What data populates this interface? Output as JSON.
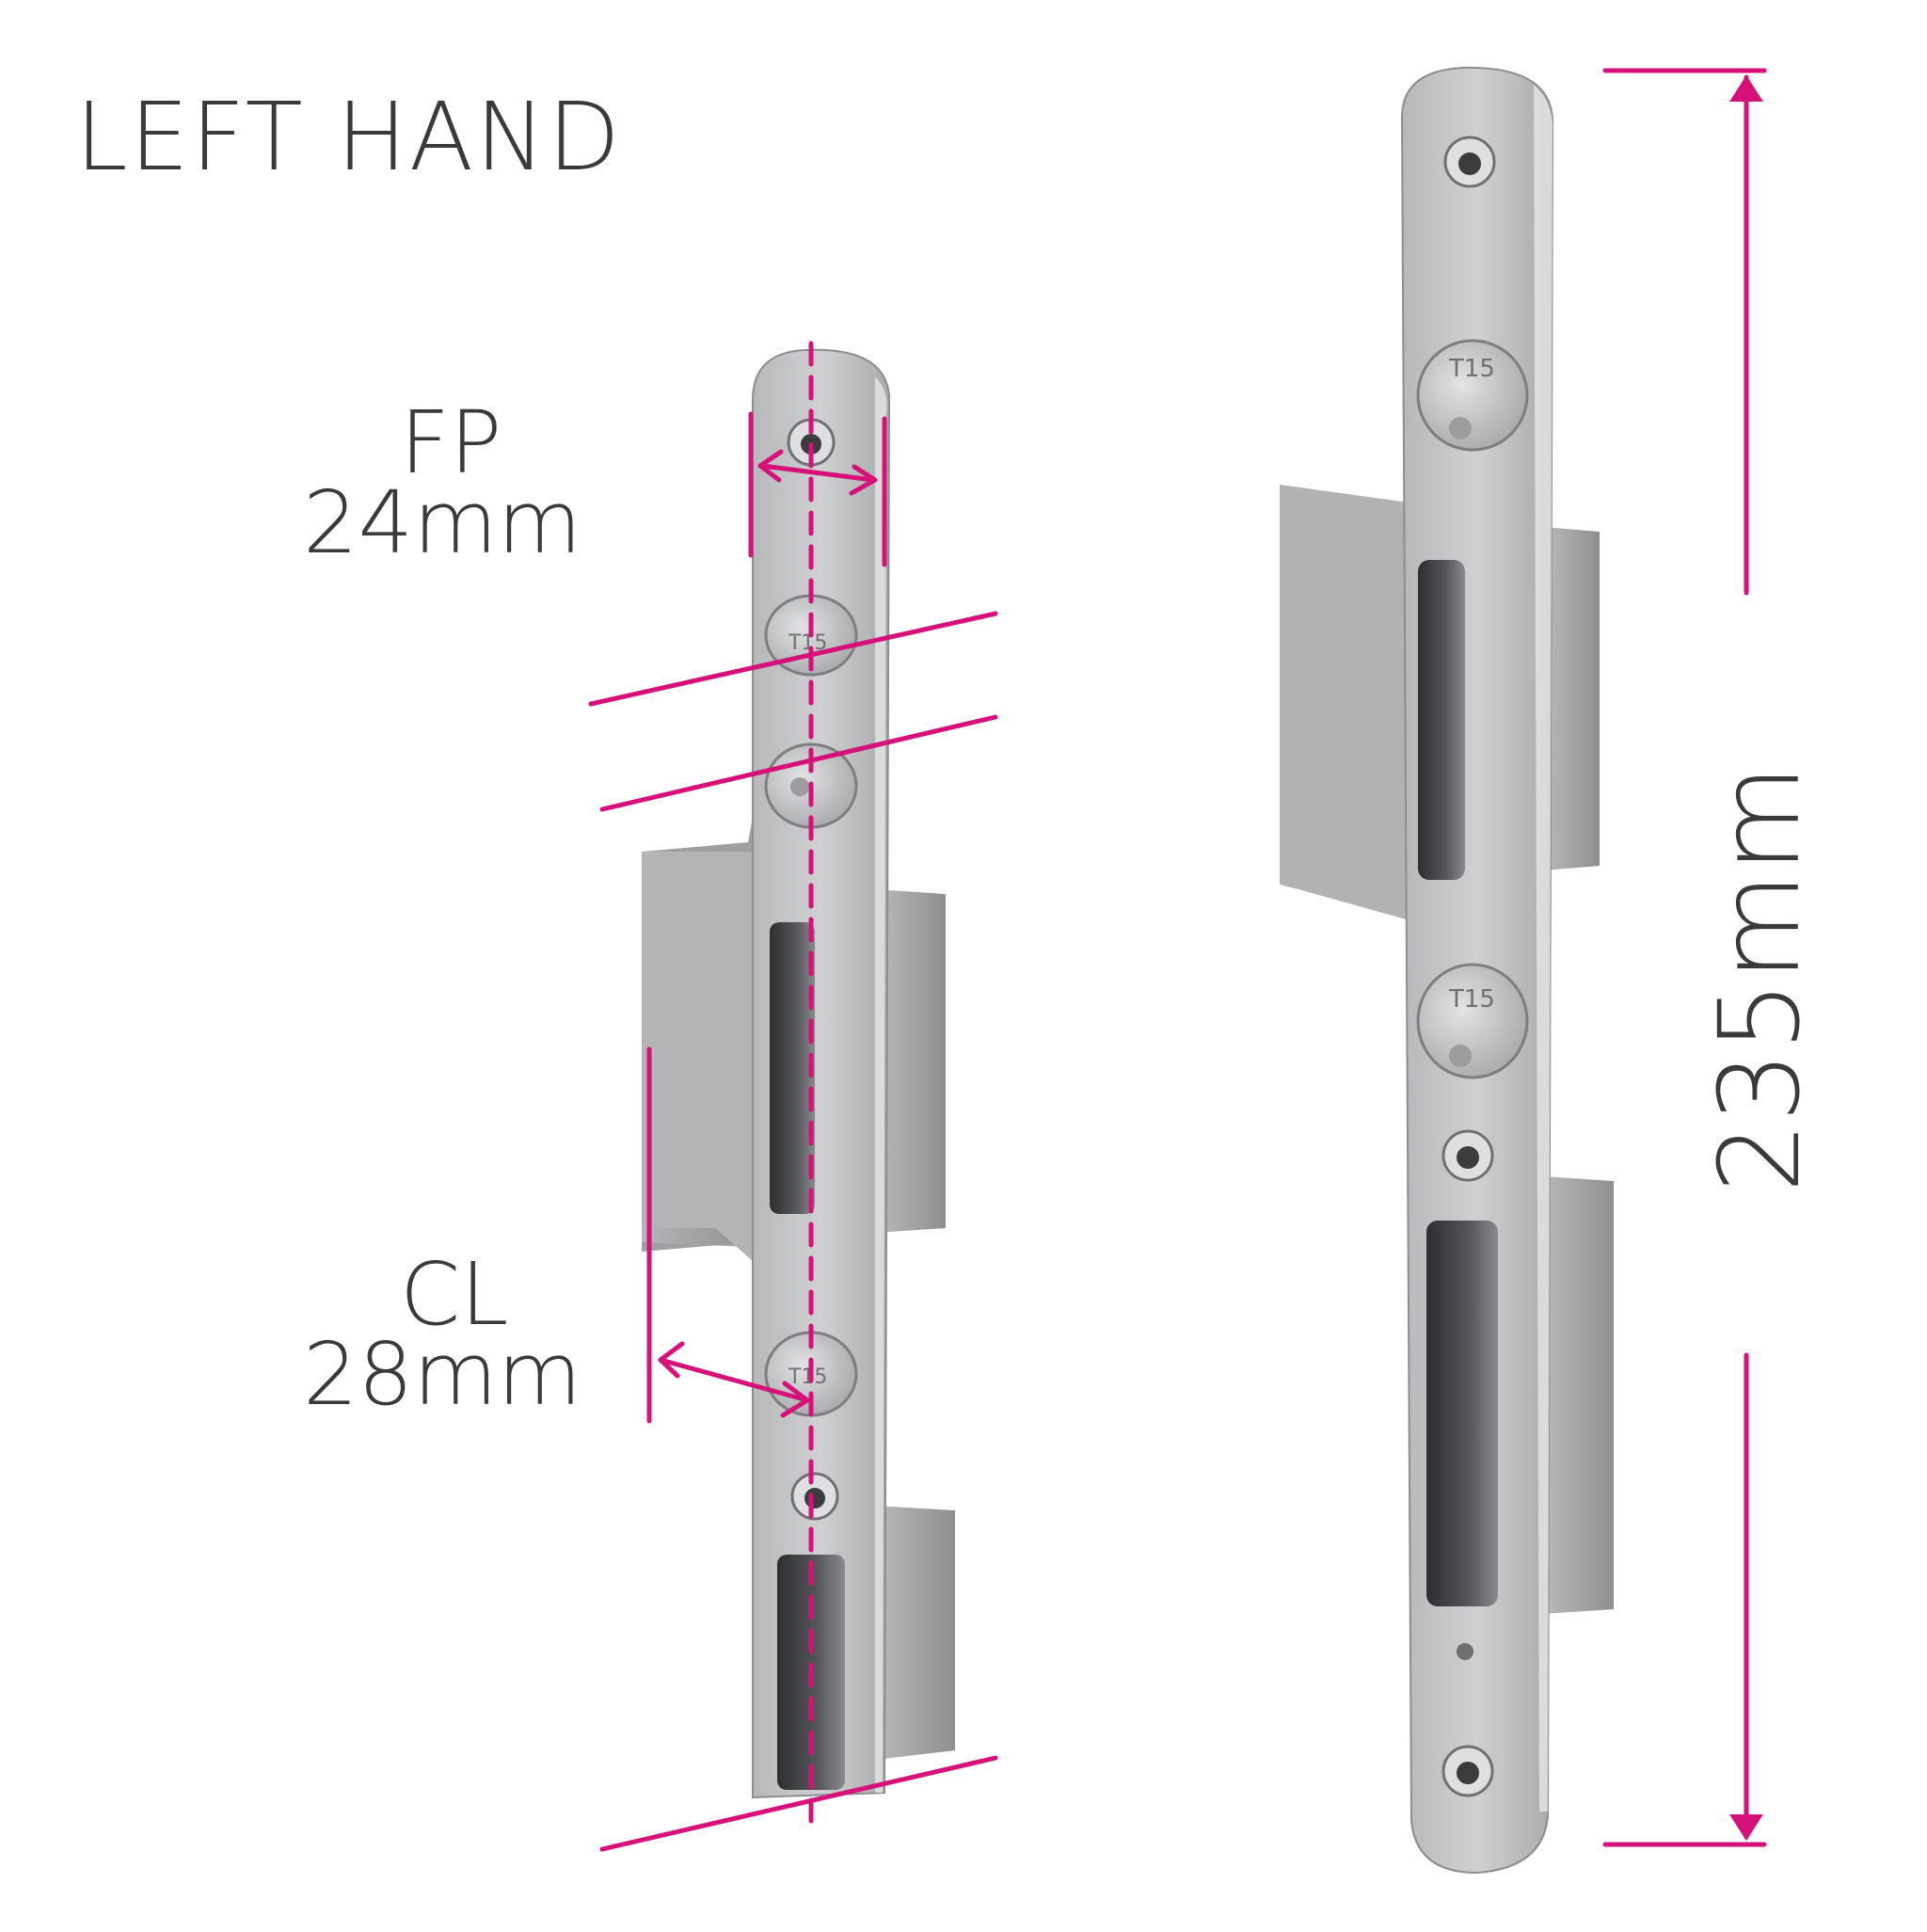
{
  "title": "LEFT HAND",
  "faceplate": {
    "name": "FP",
    "value": "24mm"
  },
  "centreline": {
    "name": "CL",
    "value": "28mm"
  },
  "length": {
    "value": "235mm"
  },
  "screw_marking": "T15",
  "colors": {
    "dimension": "#d6127a",
    "text": "#3a3a3a",
    "steel": "#c4c5c7",
    "steel_shadow": "#9c9d9f",
    "box": "#aeafb1",
    "slot": "#3b3c3e"
  }
}
